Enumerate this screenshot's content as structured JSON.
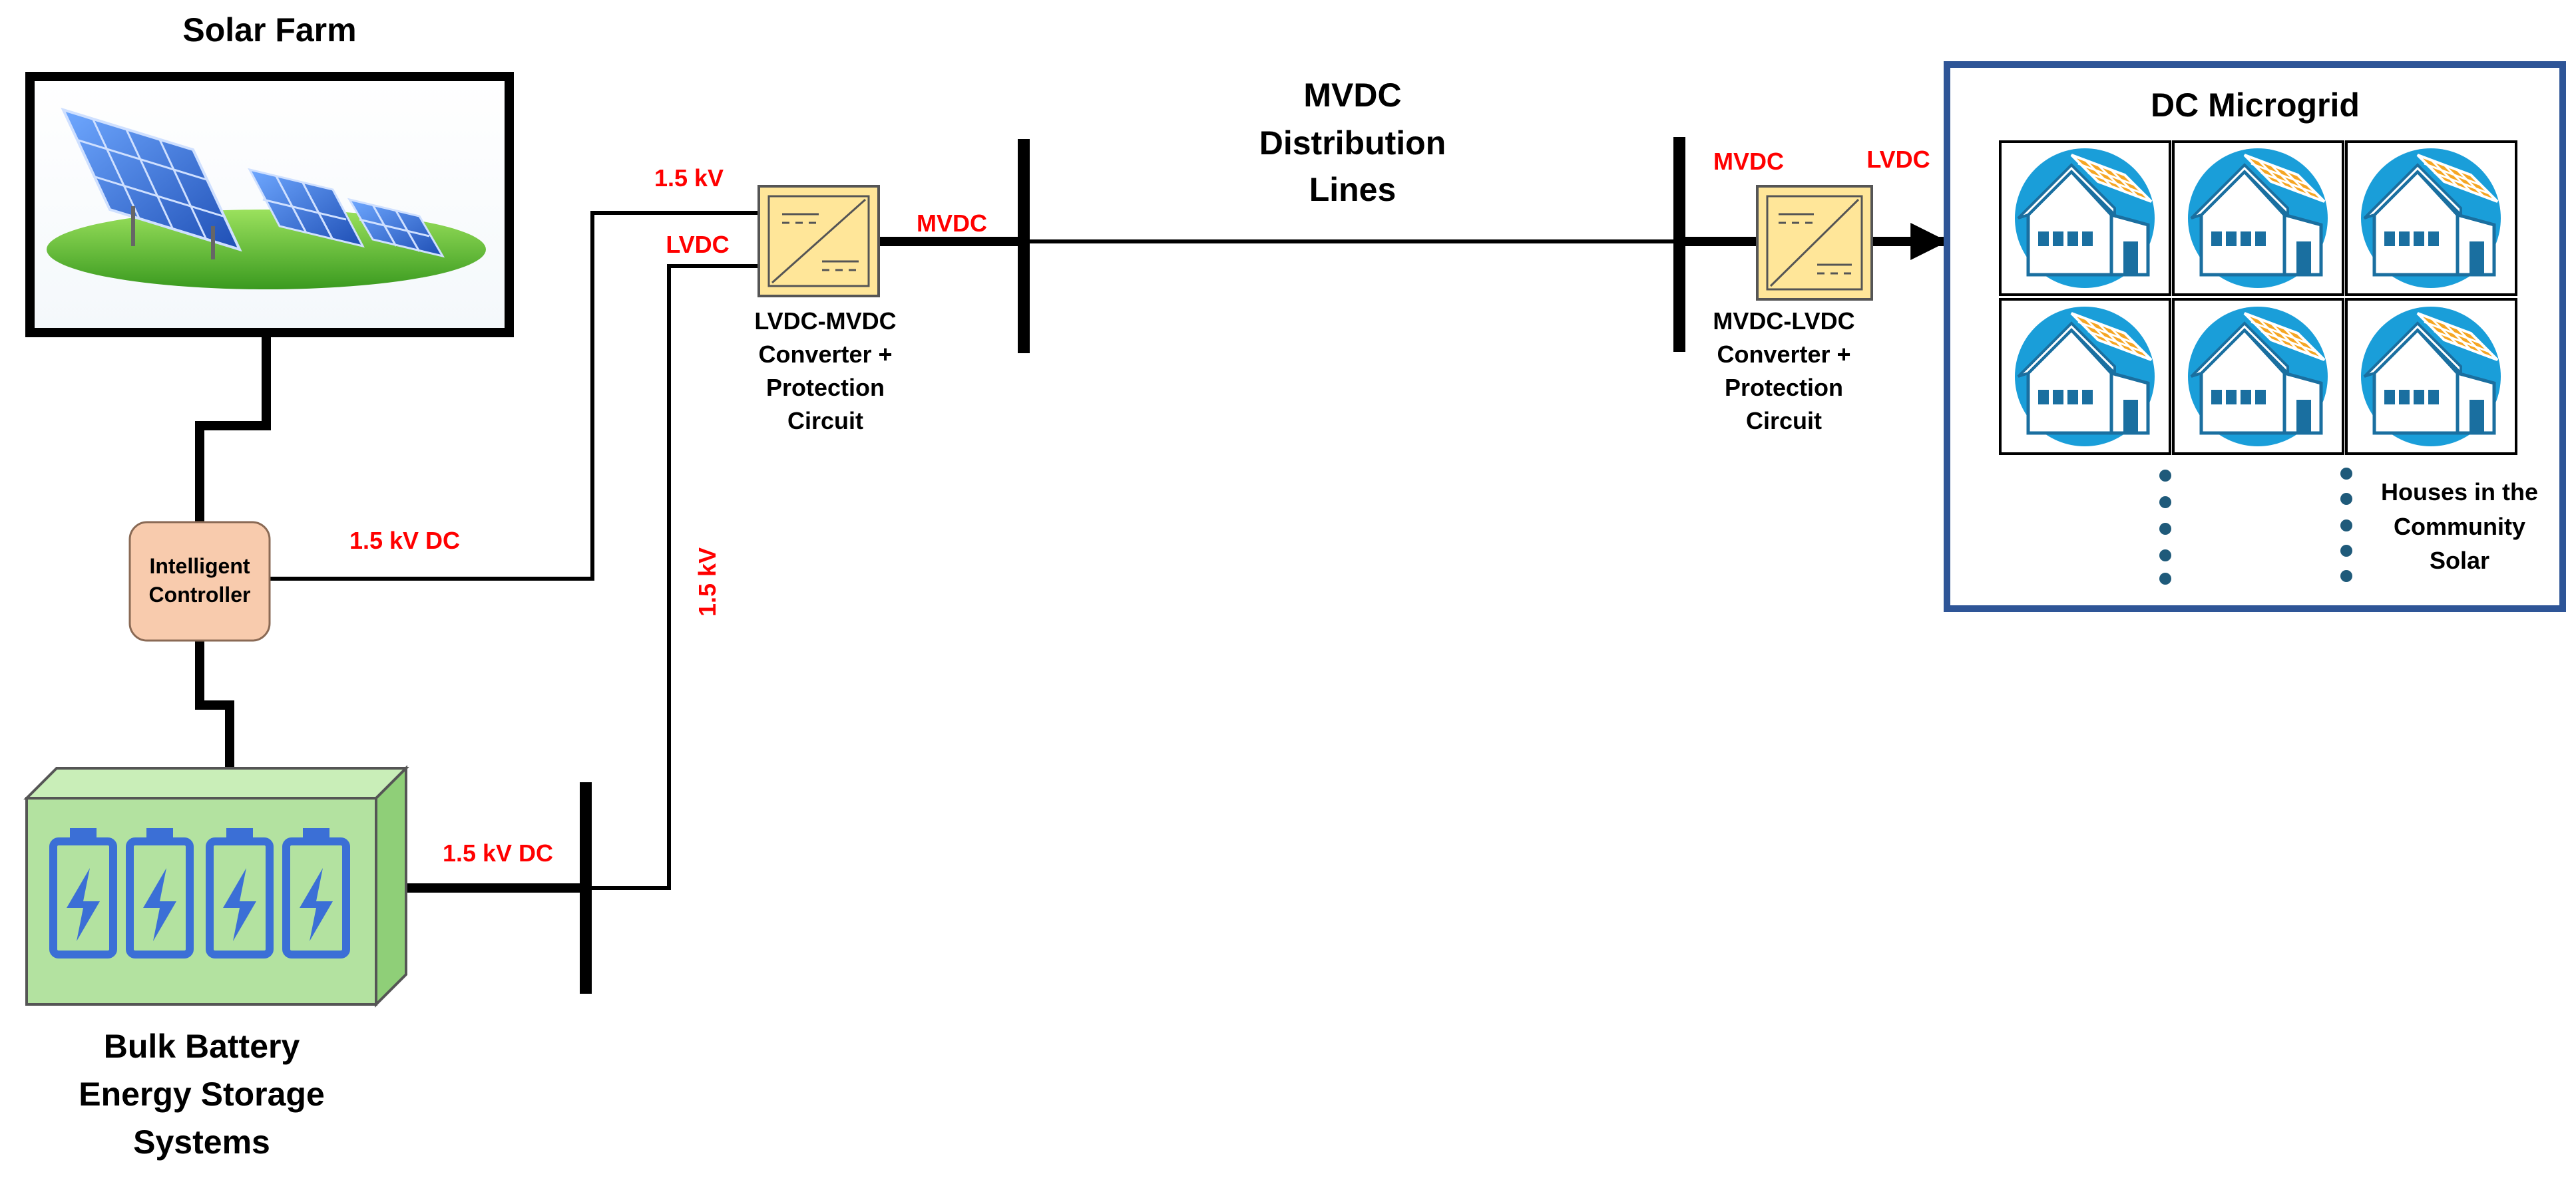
{
  "diagram": {
    "solar_farm": {
      "title": "Solar Farm"
    },
    "controller": {
      "line1": "Intelligent",
      "line2": "Controller"
    },
    "battery": {
      "title_lines": [
        "Bulk Battery",
        "Energy Storage",
        "Systems"
      ]
    },
    "converter_left": {
      "caption_lines": [
        "LVDC-MVDC",
        "Converter +",
        "Protection",
        "Circuit"
      ]
    },
    "converter_right": {
      "caption_lines": [
        "MVDC-LVDC",
        "Converter +",
        "Protection",
        "Circuit"
      ]
    },
    "lines_title": [
      "MVDC",
      "Distribution",
      "Lines"
    ],
    "microgrid": {
      "title": "DC Microgrid",
      "houses_note": [
        "Houses in the",
        "Community",
        "Solar"
      ]
    },
    "labels": {
      "controller_to_converter": "1.5 kV DC",
      "conv_in_top": "1.5 kV",
      "conv_in_bottom": "LVDC",
      "conv_left_out": "MVDC",
      "vertical_feed": "1.5 kV",
      "battery_out": "1.5 kV DC",
      "conv_right_in": "MVDC",
      "conv_right_out": "LVDC"
    },
    "colors": {
      "voltage_label": "#ff0000",
      "controller_fill": "#f8cbad",
      "battery_fill": "#b3e2a0",
      "converter_fill": "#ffe699",
      "microgrid_border": "#2e5597",
      "house_circle": "#1a9ed9",
      "solar_panel": "#f5a623",
      "battery_icon": "#3b6fd6"
    }
  }
}
